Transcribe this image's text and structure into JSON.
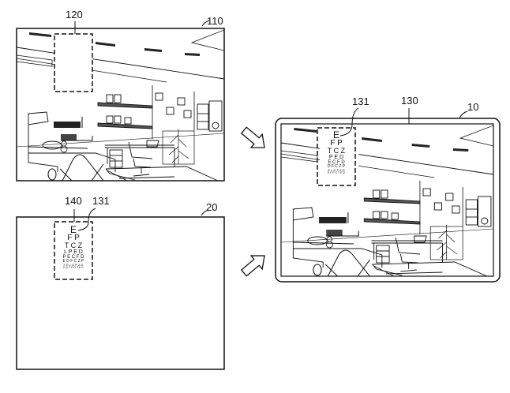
{
  "figure": {
    "reference_labels": {
      "camera_image": "110",
      "eye_chart_region_in_camera": "120",
      "display_device": "10",
      "composited_screen": "130",
      "eye_chart": "131",
      "second_display": "20",
      "eye_chart_region_in_second": "140"
    },
    "panels": [
      {
        "id": "110",
        "description": "Captured room scene (line drawing) with dashed empty region 120"
      },
      {
        "id": "20",
        "description": "Display showing eye chart 131 inside dashed region 140"
      },
      {
        "id": "10",
        "description": "Device screen 130 showing room scene with eye chart 131 overlaid"
      }
    ],
    "eye_chart": {
      "rows": [
        "E",
        "F P",
        "T C Z",
        "L P E D",
        "P E C F D",
        "E D F C Z P",
        "F E L O P Z D",
        "D E F P O T E C"
      ]
    },
    "eye_chart_device": {
      "rows": [
        "E",
        "F P",
        "T C Z",
        "P E D",
        "E C F D",
        "D F C Z P",
        "E L O P Z D",
        "E F P C T E D"
      ]
    },
    "arrows": [
      {
        "from": "110",
        "to": "10"
      },
      {
        "from": "20",
        "to": "10"
      }
    ]
  }
}
